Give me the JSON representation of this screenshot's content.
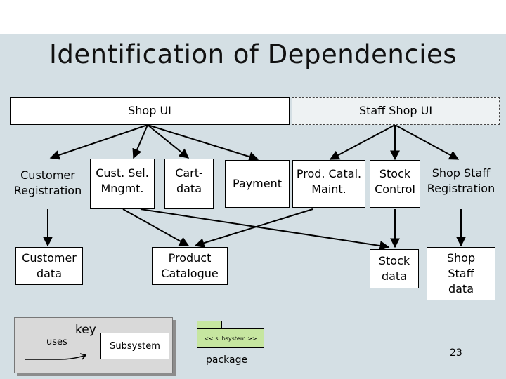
{
  "title": "Identification of Dependencies",
  "nodes": {
    "shop_ui": "Shop UI",
    "staff_shop_ui": "Staff Shop UI",
    "customer_registration": "Customer\nRegistration",
    "cust_sel_mngmt": "Cust. Sel.\nMngmt.",
    "cart_data": "Cart-\ndata",
    "payment": "Payment",
    "prod_catal_maint": "Prod. Catal.\nMaint.",
    "stock_control": "Stock\nControl",
    "shop_staff_registration": "Shop Staff\nRegistration",
    "customer_data": "Customer\ndata",
    "product_catalogue": "Product\nCatalogue",
    "stock_data": "Stock\ndata",
    "shop_staff_data": "Shop\nStaff\ndata"
  },
  "key": {
    "title": "key",
    "uses": "uses",
    "subsystem": "Subsystem",
    "package_stereotype": "<< subsystem >>",
    "package_label": "package"
  },
  "page_number": "23"
}
